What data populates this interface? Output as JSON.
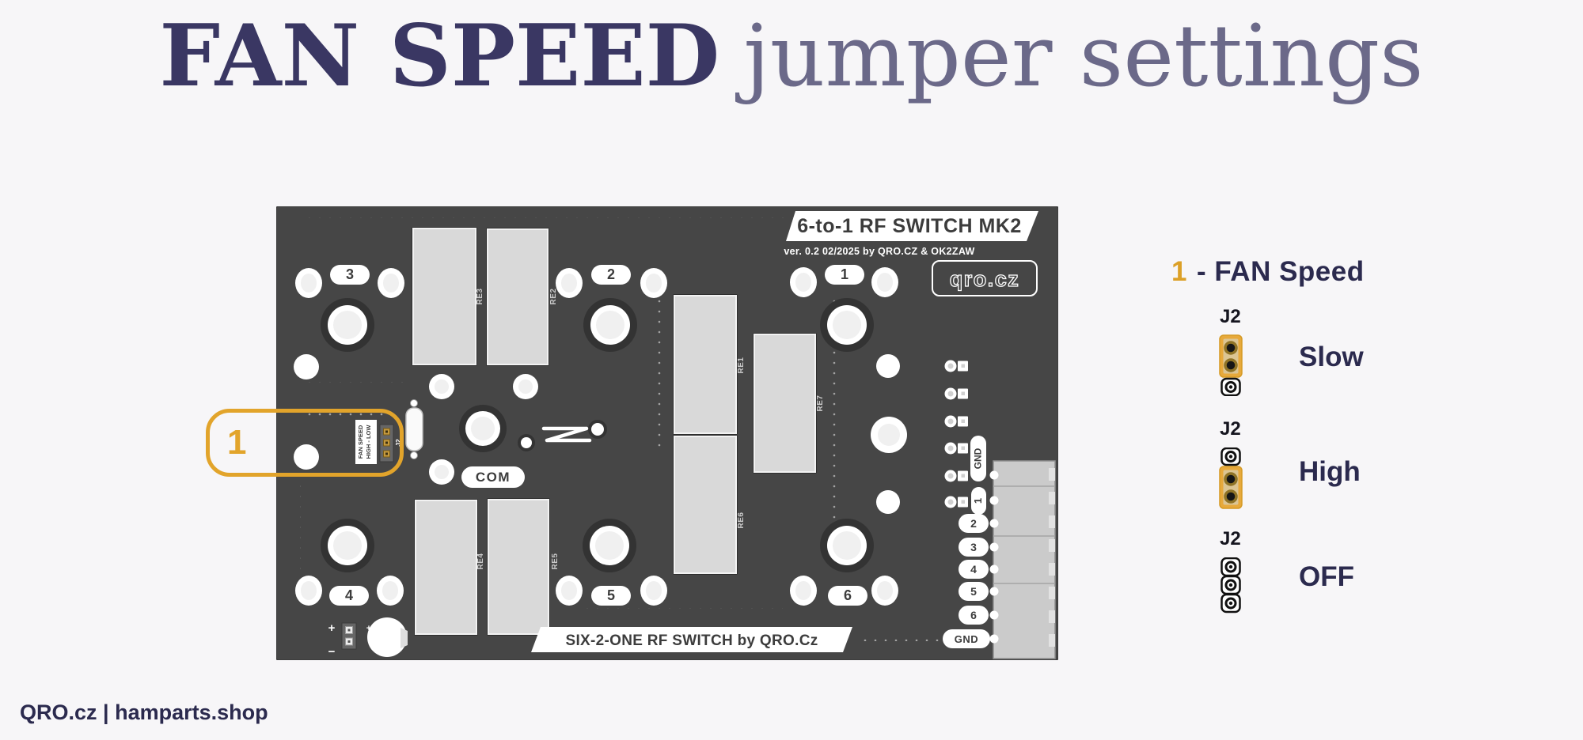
{
  "title": {
    "primary": "FAN SPEED",
    "secondary": "jumper settings"
  },
  "footer": "QRO.cz | hamparts.shop",
  "callout": {
    "number": "1"
  },
  "colors": {
    "accent_orange": "#E2A42B",
    "legend_navy": "#2B2A4E",
    "title_navy": "#3A3763",
    "title_gray": "#6B6989",
    "board_gray": "#464646"
  },
  "board": {
    "banner_title": "6-to-1 RF SWITCH MK2",
    "version_line": "ver. 0.2 02/2025 by QRO.CZ & OK2ZAW",
    "logo_text": "qro.cz",
    "bottom_banner": "SIX-2-ONE RF SWITCH by QRO.Cz",
    "com_label": "COM",
    "ports_top": [
      "3",
      "2",
      "1"
    ],
    "ports_bottom": [
      "4",
      "5",
      "6"
    ],
    "relay_labels": [
      "RE1",
      "RE2",
      "RE3",
      "RE4",
      "RE5",
      "RE6",
      "RE7"
    ],
    "fan_jumper": {
      "line1": "FAN SPEED",
      "line2": "HIGH - LOW",
      "ref": "J2"
    },
    "right_header": {
      "gnd_top": "GND",
      "pin1": "1",
      "pins": [
        "2",
        "3",
        "4",
        "5",
        "6"
      ],
      "gnd_bottom": "GND"
    },
    "power": {
      "plus": "+",
      "minus": "−",
      "cap_plus": "+"
    }
  },
  "legend": {
    "heading": {
      "number": "1",
      "text": "- FAN Speed"
    },
    "items": [
      {
        "ref": "J2",
        "label": "Slow",
        "jumper_position": "top two pins"
      },
      {
        "ref": "J2",
        "label": "High",
        "jumper_position": "bottom two pins"
      },
      {
        "ref": "J2",
        "label": "OFF",
        "jumper_position": "no jumper"
      }
    ]
  }
}
